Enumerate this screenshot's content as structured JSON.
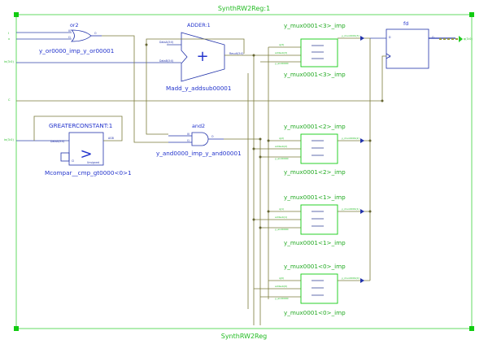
{
  "design": {
    "header": "SynthRW2Reg:1",
    "footer": "SynthRW2Reg"
  },
  "ports": {
    "in_top": "I",
    "in_sel": "x",
    "in_bus": "in(3:0)",
    "in_clk": "C",
    "in_cmp": "in(3:0)",
    "out": "q(3:0)"
  },
  "or_gate": {
    "type": "or2",
    "pin_i0": "I0",
    "pin_i1": "I1",
    "pin_o": "O",
    "name": "y_or0000_imp_y_or00001"
  },
  "adder": {
    "type": "ADDER:1",
    "pin_a": "DataA(3:0)",
    "pin_b": "DataB(3:0)",
    "pin_r": "Result(3:0)",
    "name": "Madd_y_addsub00001"
  },
  "and_gate": {
    "type": "and2",
    "pin_i0": "I0",
    "pin_i1": "I1",
    "pin_o": "O",
    "name": "y_and0000_imp_y_and00001"
  },
  "comparator": {
    "type": "GREATERCONSTANT:1",
    "pin_in": "DataA(3:0)",
    "pin_out": "AGB",
    "pin_ci": "CI",
    "sub": "Unsigned",
    "symbol": ">",
    "name": "Mcompar__cmp_gt0000<0>1"
  },
  "flipflop": {
    "type": "fd",
    "pin_d": "D",
    "pin_c": "C",
    "pin_q": "Q"
  },
  "muxes": [
    {
      "label": "y_mux0001<3>_imp",
      "pin_a": "q(3)",
      "pin_b": "addsub(3)",
      "pin_c": "y_and0000",
      "pin_o": "y_mux0001(3)"
    },
    {
      "label": "y_mux0001<2>_imp",
      "pin_a": "q(2)",
      "pin_b": "addsub(2)",
      "pin_c": "y_and0000",
      "pin_o": "y_mux0001(2)"
    },
    {
      "label": "y_mux0001<1>_imp",
      "pin_a": "q(1)",
      "pin_b": "addsub(1)",
      "pin_c": "y_and0000",
      "pin_o": "y_mux0001(1)"
    },
    {
      "label": "y_mux0001<0>_imp",
      "pin_a": "q(0)",
      "pin_b": "addsub(0)",
      "pin_c": "y_and0000",
      "pin_o": "y_mux0001(0)"
    }
  ],
  "colors": {
    "frame": "#22cc22",
    "block": "#2233aa",
    "wire": "#7a7a3a",
    "mux_box": "#11cc11",
    "label": "#2233cc"
  }
}
